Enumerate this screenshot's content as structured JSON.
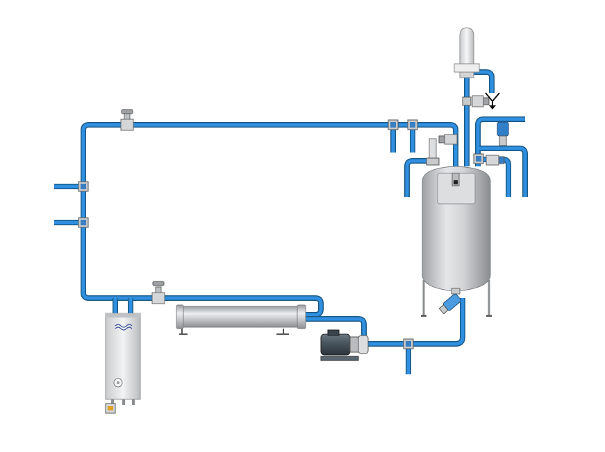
{
  "diagram": {
    "type": "process-flow-schematic",
    "text_labels": [],
    "colors": {
      "pipe": "#2f8fe0",
      "pipe_edge": "#1c5a86",
      "steel": "#c8cacc",
      "steel_dark": "#8c8f92",
      "motor": "#4a5660",
      "fitting": "#3a7fc1"
    },
    "components": [
      {
        "kind": "tank",
        "icon": "process-tank-icon"
      },
      {
        "kind": "heat-exchanger-plate",
        "icon": "plate-heat-exchanger-icon"
      },
      {
        "kind": "heat-exchanger-tubular",
        "icon": "tubular-heat-exchanger-icon"
      },
      {
        "kind": "centrifugal-pump",
        "icon": "pump-icon"
      },
      {
        "kind": "spray-device",
        "icon": "cip-spray-ball-icon"
      },
      {
        "kind": "vent-air-filter",
        "icon": "air-filter-icon"
      },
      {
        "kind": "drain-outlet",
        "icon": "drain-arrow-icon"
      },
      {
        "kind": "valve",
        "icon": "valve-icon"
      },
      {
        "kind": "sensor",
        "icon": "sensor-icon"
      }
    ]
  }
}
